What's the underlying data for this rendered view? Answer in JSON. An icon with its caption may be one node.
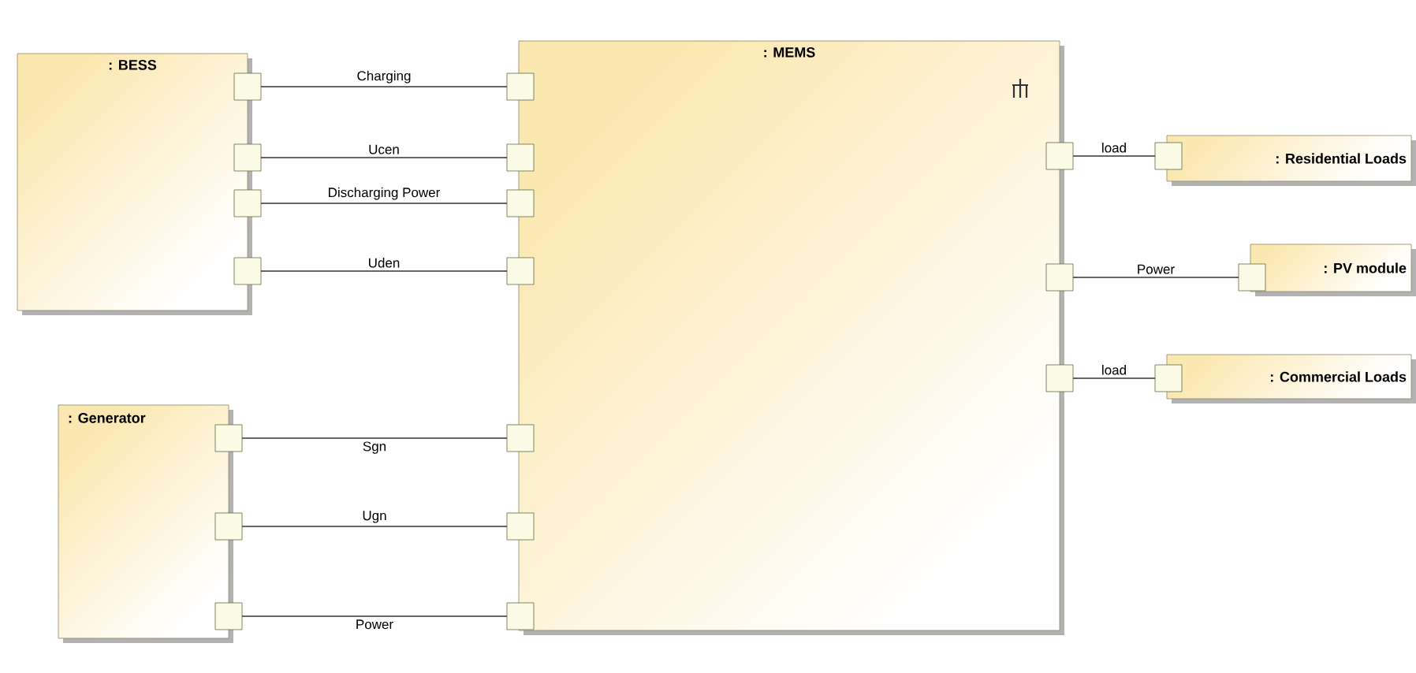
{
  "diagram": {
    "nodes": [
      {
        "text": [
          ": BESS"
        ]
      },
      {
        "text": [
          ": MEMS"
        ]
      },
      {
        "text": [
          ": Generator"
        ]
      },
      {
        "text": [
          ": Residential Loads"
        ]
      },
      {
        "text": [
          ": PV module"
        ]
      },
      {
        "text": [
          ": Commercial Loads"
        ]
      },
      {
        "text": [],
        "shape": "box",
        "in": 0
      },
      {
        "text": [],
        "shape": "box",
        "in": 0
      },
      {
        "text": [],
        "shape": "box",
        "in": 0
      },
      {
        "text": [],
        "shape": "box",
        "in": 0
      },
      {
        "text": [],
        "shape": "box",
        "in": 1
      },
      {
        "text": [],
        "shape": "box",
        "in": 1
      },
      {
        "text": [],
        "shape": "box",
        "in": 1
      },
      {
        "text": [],
        "shape": "box",
        "in": 1
      },
      {
        "text": [],
        "shape": "box",
        "in": 2
      },
      {
        "text": [],
        "shape": "box",
        "in": 2
      },
      {
        "text": [],
        "shape": "box",
        "in": 2
      },
      {
        "text": [],
        "shape": "box",
        "in": 1
      },
      {
        "text": [],
        "shape": "box",
        "in": 1
      },
      {
        "text": [],
        "shape": "box",
        "in": 1
      },
      {
        "text": [],
        "shape": "box",
        "in": 1
      },
      {
        "text": [],
        "shape": "box",
        "in": 1
      },
      {
        "text": [],
        "shape": "box",
        "in": 1
      },
      {
        "text": [],
        "shape": "box"
      },
      {
        "text": [],
        "shape": "box"
      },
      {
        "text": [],
        "shape": "box"
      }
    ],
    "edges": [
      {
        "from": 6,
        "to": 10,
        "arrow": "none",
        "label": "Charging"
      },
      {
        "from": 7,
        "to": 11,
        "arrow": "none",
        "label": "Ucen"
      },
      {
        "from": 8,
        "to": 12,
        "arrow": "none",
        "label": "Discharging Power"
      },
      {
        "from": 9,
        "to": 13,
        "arrow": "none",
        "label": "Uden"
      },
      {
        "from": 14,
        "to": 17,
        "arrow": "none",
        "label": "Sgn"
      },
      {
        "from": 15,
        "to": 18,
        "arrow": "none",
        "label": "Ugn"
      },
      {
        "from": 16,
        "to": 19,
        "arrow": "none",
        "label": "Power"
      },
      {
        "from": 20,
        "to": 23,
        "arrow": "none",
        "label": "load"
      },
      {
        "from": 21,
        "to": 24,
        "arrow": "none",
        "label": "Power"
      },
      {
        "from": 22,
        "to": 25,
        "arrow": "none",
        "label": "load"
      }
    ]
  }
}
